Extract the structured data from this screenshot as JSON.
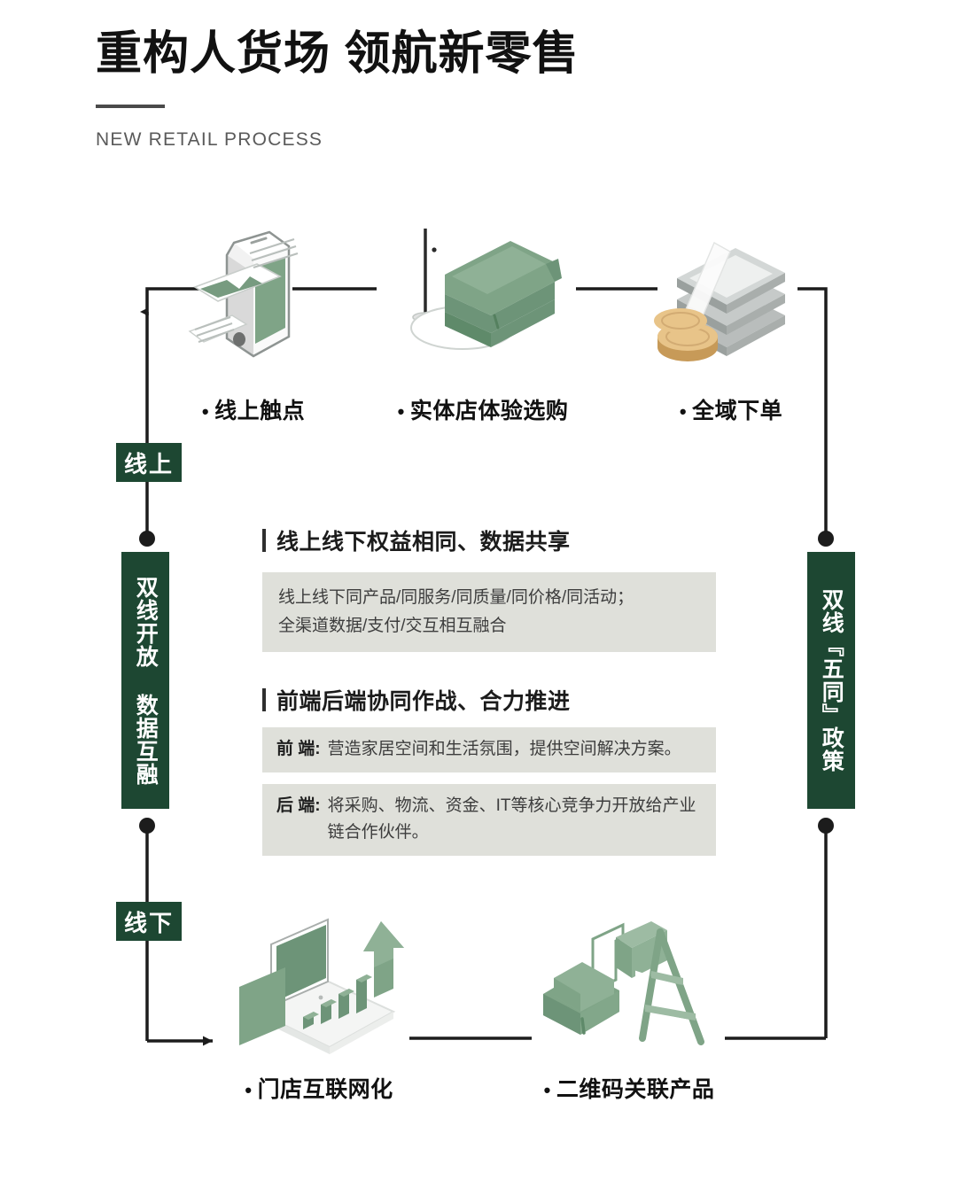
{
  "header": {
    "title": "重构人货场 领航新零售",
    "subtitle": "NEW RETAIL PROCESS"
  },
  "nodes": {
    "online_touch": {
      "label": "线上触点",
      "icon": "smartphone-icon"
    },
    "store_experience": {
      "label": "实体店体验选购",
      "icon": "sofa-lamp-icon"
    },
    "omni_order": {
      "label": "全域下单",
      "icon": "money-coins-icon"
    },
    "store_internet": {
      "label": "门店互联网化",
      "icon": "laptop-chart-arrow-icon"
    },
    "qr_product": {
      "label": "二维码关联产品",
      "icon": "armchair-qr-shelf-icon"
    }
  },
  "badges": {
    "online": "线上",
    "offline": "线下",
    "dual_open": "双线开放 数据互融",
    "five_same": "双线『五同』政策"
  },
  "content": {
    "section1": {
      "heading": "线上线下权益相同、数据共享",
      "body_line1": "线上线下同产品/同服务/同质量/同价格/同活动；",
      "body_line2": "全渠道数据/支付/交互相互融合"
    },
    "section2": {
      "heading": "前端后端协同作战、合力推进",
      "rows": [
        {
          "key": "前 端:",
          "value": "营造家居空间和生活氛围，提供空间解决方案。"
        },
        {
          "key": "后 端:",
          "value": "将采购、物流、资金、IT等核心竞争力开放给产业链合作伙伴。"
        }
      ]
    }
  },
  "colors": {
    "brand_green": "#1d4732",
    "illustration_green": "#7fa487",
    "info_box_bg": "#dfe0da",
    "line": "#1c1c1c",
    "coin_gold": "#e0c08a"
  }
}
